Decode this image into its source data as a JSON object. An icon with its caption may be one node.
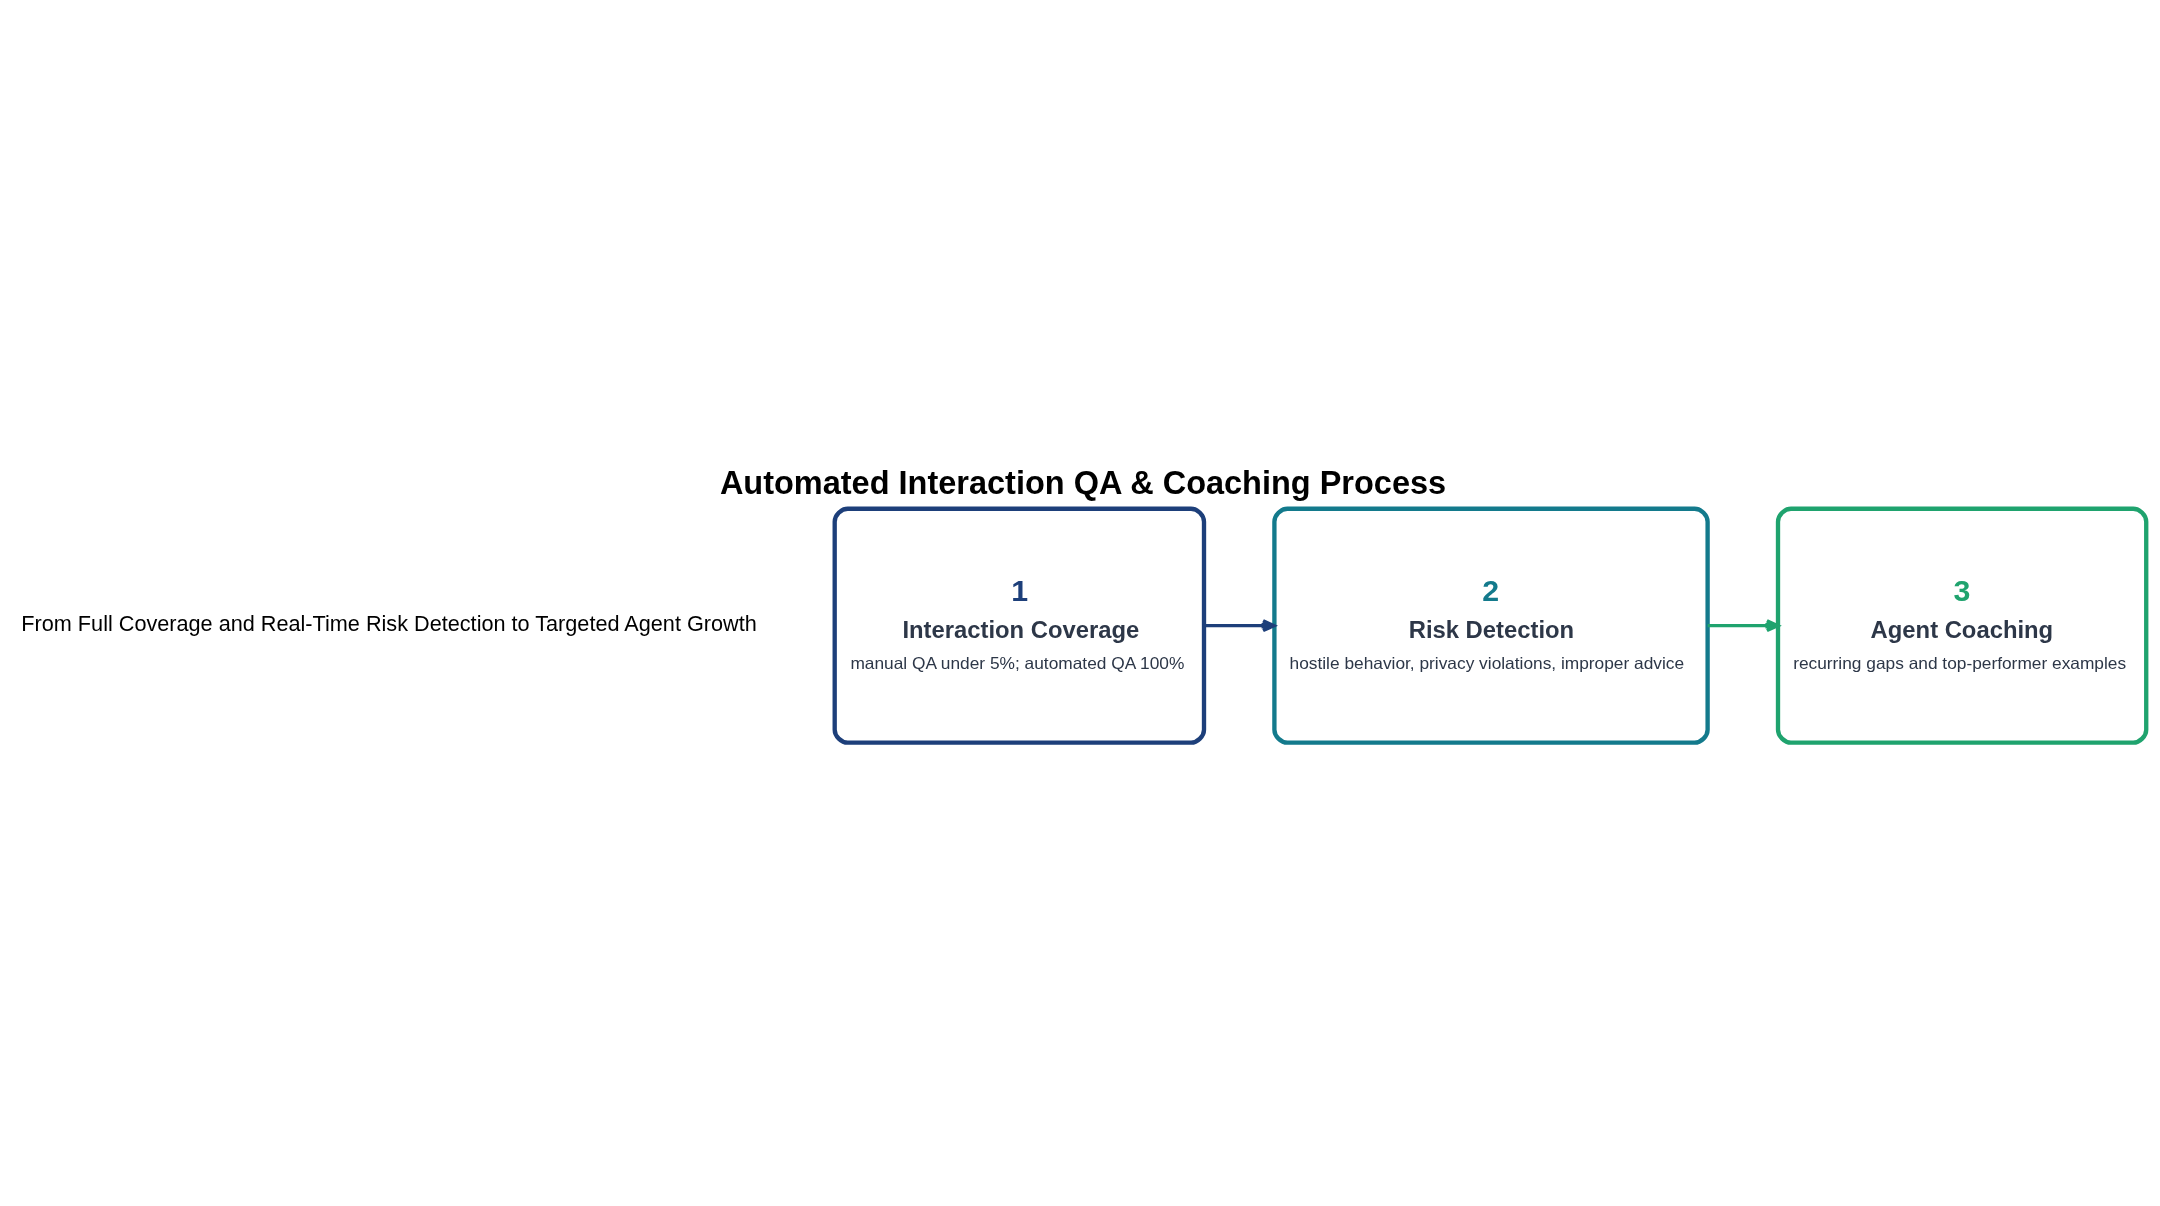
{
  "diagram": {
    "title": "Automated Interaction QA & Coaching Process",
    "nodes": [
      {
        "text": [
          "1",
          "Interaction Coverage",
          "manual QA under 5%; automated QA 100%"
        ]
      },
      {
        "text": [
          "2",
          "Risk Detection",
          "hostile behavior, privacy violations, improper advice"
        ]
      },
      {
        "text": [
          "3",
          "Agent Coaching",
          "recurring gaps and top-performer examples"
        ]
      }
    ],
    "edges": [
      {
        "from": 0,
        "to": 1,
        "arrow": "to",
        "color": "#1d3f7a"
      },
      {
        "from": 1,
        "to": 2,
        "arrow": "to",
        "color": "#1fa36e"
      }
    ],
    "labels": [
      "From Full Coverage and Real-Time Risk Detection to Targeted Agent Growth"
    ]
  }
}
